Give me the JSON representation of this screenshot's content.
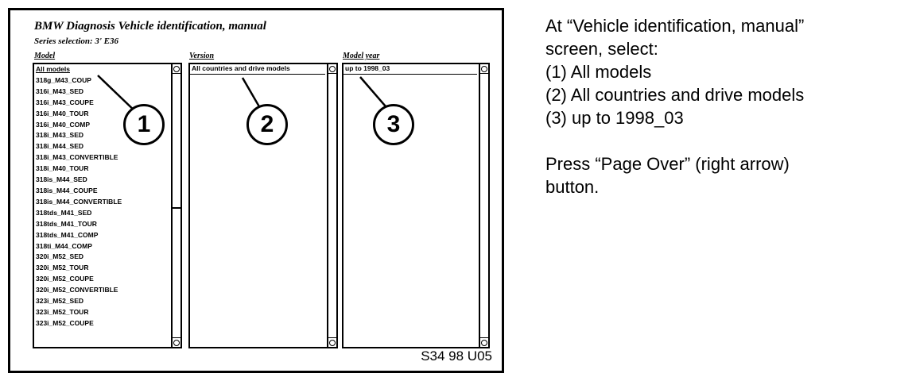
{
  "window": {
    "title": "BMW Diagnosis Vehicle identification, manual",
    "subtitle": "Series selection: 3' E36"
  },
  "columns": {
    "model": {
      "label": "Model",
      "selected": "All models",
      "items": [
        "318g_M43_COUP",
        "316i_M43_SED",
        "316i_M43_COUPE",
        "316i_M40_TOUR",
        "316i_M40_COMP",
        "318i_M43_SED",
        "318i_M44_SED",
        "318i_M43_CONVERTIBLE",
        "318i_M40_TOUR",
        "318is_M44_SED",
        "318is_M44_COUPE",
        "318is_M44_CONVERTIBLE",
        "318tds_M41_SED",
        "318tds_M41_TOUR",
        "318tds_M41_COMP",
        "318ti_M44_COMP",
        "320i_M52_SED",
        "320i_M52_TOUR",
        "320i_M52_COUPE",
        "320i_M52_CONVERTIBLE",
        "323i_M52_SED",
        "323i_M52_TOUR",
        "323i_M52_COUPE"
      ]
    },
    "version": {
      "label": "Version",
      "selected": "All countries and drive models",
      "items": []
    },
    "model_year": {
      "label": "Model year",
      "selected": "up to 1998_03",
      "items": []
    }
  },
  "callouts": [
    "1",
    "2",
    "3"
  ],
  "figure_code": "S34 98 U05",
  "instructions": {
    "line1": "At “Vehicle identification, manual”",
    "line2": "screen, select:",
    "step1": "(1) All models",
    "step2": "(2) All countries and drive models",
    "step3": "(3) up to 1998_03",
    "line3": "Press “Page Over” (right arrow)",
    "line4": "button."
  }
}
